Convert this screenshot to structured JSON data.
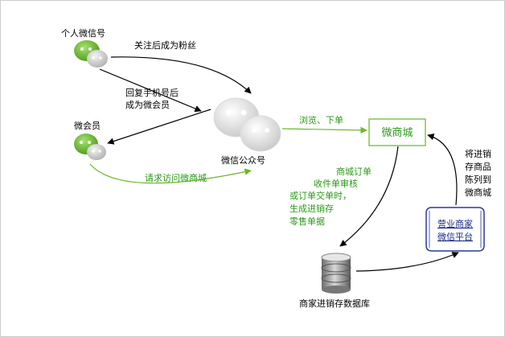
{
  "nodes": {
    "personal_wechat": "个人微信号",
    "member": "微会员",
    "official_account": "微信公众号",
    "micro_mall": "微商城",
    "merchant_platform_line1": "营业商家",
    "merchant_platform_line2": "微信平台",
    "merchant_db": "商家进销存数据库"
  },
  "edges": {
    "follow": "关注后成为粉丝",
    "reply_line1": "回复手机号后",
    "reply_line2": "成为微会员",
    "browse_order": "浏览、下单",
    "request_visit": "请求访问微商城",
    "order_line1": "商城订单",
    "order_line2": "收件单审核",
    "order_line3": "或订单交单时，",
    "order_line4": "生成进销存",
    "order_line5": "零售单据",
    "list_line1": "将进销",
    "list_line2": "存商品",
    "list_line3": "陈列到",
    "list_line4": "微商城"
  },
  "colors": {
    "accent_green": "#2a9a16",
    "mall_box_border": "#7fc84a",
    "platform_link": "#1a2a8a"
  }
}
